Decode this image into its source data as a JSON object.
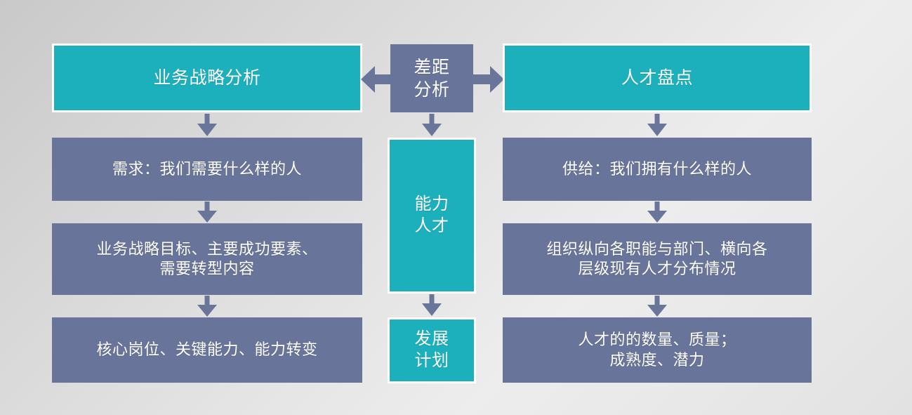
{
  "diagram": {
    "title_left": "业务战略分析",
    "title_center": "差距\n分析",
    "title_right": "人才盘点",
    "colors": {
      "teal": "#1cb0bd",
      "slate": "#687499",
      "arrow": "#6a7699",
      "text": "#ffffff",
      "background_light": "#ededed",
      "background_dark": "#c9c9c9"
    },
    "left_column": [
      {
        "label": "需求：我们需要什么样的人"
      },
      {
        "label": "业务战略目标、主要成功要素、\n需要转型内容"
      },
      {
        "label": "核心岗位、关键能力、能力转变"
      }
    ],
    "center_column": [
      {
        "label": "能力\n人才"
      },
      {
        "label": "发展\n计划"
      }
    ],
    "right_column": [
      {
        "label": "供给：我们拥有什么样的人"
      },
      {
        "label": "组织纵向各职能与部门、横向各\n层级现有人才分布情况"
      },
      {
        "label": "人才的的数量、质量；\n成熟度、潜力"
      }
    ],
    "arrows": {
      "to_left": "left-arrow",
      "to_right": "right-arrow",
      "down": "down-arrow"
    }
  }
}
